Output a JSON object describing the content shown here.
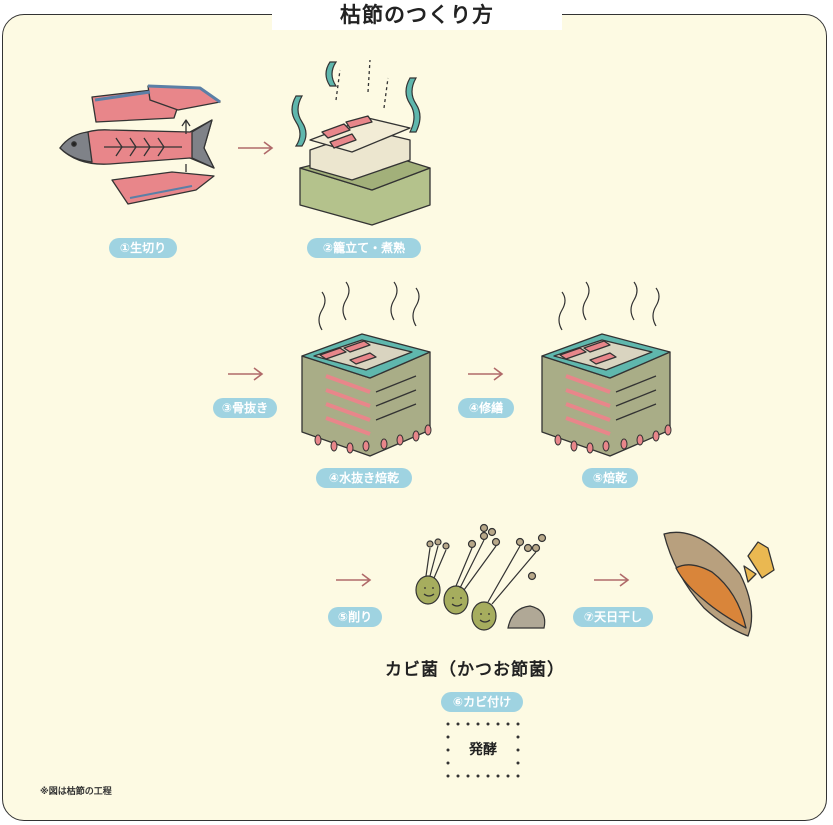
{
  "title": "枯節のつくり方",
  "steps": {
    "s1": "①生切り",
    "s2": "②籠立て・煮熟",
    "s3": "③骨抜き",
    "s4a": "④修繕",
    "s4b": "④水抜き焙乾",
    "s5a": "⑤焙乾",
    "s5b": "⑤削り",
    "s6": "⑥カビ付け",
    "s7": "⑦天日干し"
  },
  "mold_label": "カビ菌（かつお節菌）",
  "ferment_label": "発酵",
  "footnote": "※図は枯節の工程",
  "colors": {
    "background": "#fdfae3",
    "pill": "#9fd3e1",
    "fish": "#e8868a",
    "box": "#b4c28c",
    "teal": "#5fb7ad"
  }
}
